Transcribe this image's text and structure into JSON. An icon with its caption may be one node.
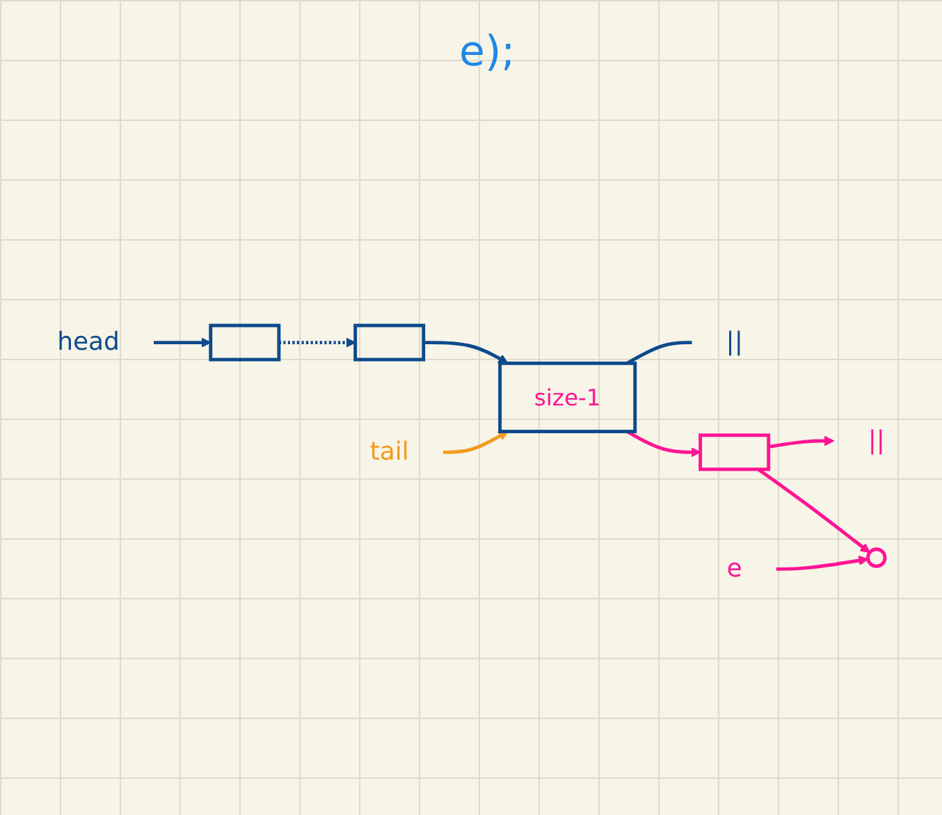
{
  "diagram": {
    "nodes": [
      {
        "text": [
          "head"
        ]
      },
      {
        "text": [],
        "shape": "box"
      },
      {
        "text": [],
        "shape": "box"
      },
      {
        "text": [
          "size-1"
        ]
      },
      {
        "text": [
          "tail"
        ]
      },
      {
        "text": [
          "||"
        ]
      },
      {
        "text": [],
        "shape": "box"
      },
      {
        "text": [
          "||"
        ]
      },
      {
        "text": [],
        "shape": "circle"
      },
      {
        "text": [
          "e"
        ]
      }
    ],
    "edges": [
      {
        "from": 0,
        "to": 1,
        "arrow": "to"
      },
      {
        "from": 1,
        "to": 2,
        "arrow": "to",
        "style": "dashed"
      },
      {
        "from": 2,
        "to": 3,
        "arrow": "to"
      },
      {
        "from": 3,
        "to": 5,
        "arrow": "none"
      },
      {
        "from": 4,
        "to": 3,
        "arrow": "to",
        "color": "#f39a1e"
      },
      {
        "from": 3,
        "to": 6,
        "arrow": "to",
        "color": "#ff1493"
      },
      {
        "from": 6,
        "to": 7,
        "arrow": "to",
        "color": "#ff1493"
      },
      {
        "from": 6,
        "to": 8,
        "arrow": "to",
        "color": "#ff1493"
      },
      {
        "from": 9,
        "to": 8,
        "arrow": "to",
        "color": "#ff1493"
      }
    ],
    "labels": [
      "e);"
    ]
  }
}
